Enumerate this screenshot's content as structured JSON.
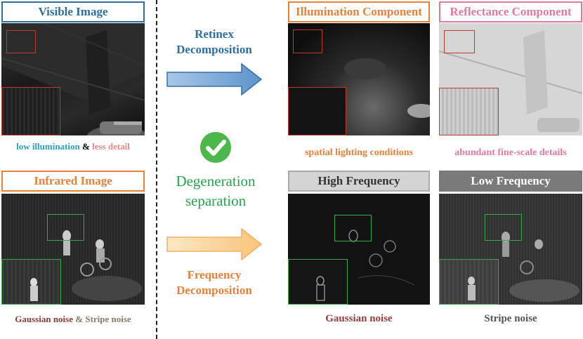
{
  "visible": {
    "title": "Visible Image",
    "caption_a": "low illumination",
    "caption_amp": "&",
    "caption_b": "less detail"
  },
  "infrared": {
    "title": "Infrared Image",
    "caption_a": "Gaussian noise",
    "caption_amp": "&",
    "caption_b": "Stripe noise"
  },
  "retinex": {
    "label_line1": "Retinex",
    "label_line2": "Decomposition"
  },
  "frequency": {
    "label_line1": "Frequency",
    "label_line2": "Decomposition"
  },
  "center": {
    "line1": "Degeneration",
    "line2": "separation"
  },
  "illumination": {
    "title": "Illumination Component",
    "caption": "spatial lighting conditions"
  },
  "reflectance": {
    "title": "Reflectance Component",
    "caption": "abundant fine-scale details"
  },
  "high": {
    "title": "High Frequency",
    "caption": "Gaussian noise"
  },
  "low": {
    "title": "Low Frequency",
    "caption": "Stripe noise"
  },
  "colors": {
    "blue": "#2e6fa0",
    "orange": "#e8813a",
    "pink": "#e27a9a",
    "green": "#22a64a",
    "gaussian": "#9a3b3b",
    "stripe": "#555555"
  }
}
